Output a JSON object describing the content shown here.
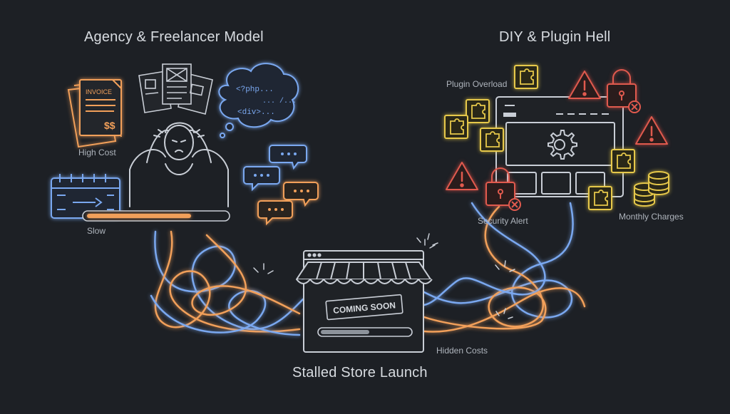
{
  "titles": {
    "left": "Agency & Freelancer Model",
    "right": "DIY & Plugin Hell",
    "bottom": "Stalled Store Launch"
  },
  "labels": {
    "high_cost": "High Cost",
    "slow": "Slow",
    "plugin_overload": "Plugin Overload",
    "security_alert": "Security Alert",
    "monthly_charges": "Monthly Charges",
    "hidden_costs": "Hidden Costs"
  },
  "invoice": {
    "heading": "INVOICE",
    "amount": "$$"
  },
  "thought_bubble": {
    "line1": "<?php...",
    "line2": "... /...",
    "line3": "<div>..."
  },
  "storefront": {
    "sign": "COMING SOON",
    "progress": 0.55
  },
  "slow_progress": 0.75,
  "colors": {
    "background": "#1d2025",
    "orange": "#f2a05a",
    "blue": "#7aa8f0",
    "yellow": "#e6c84a",
    "red": "#e05a4e",
    "outline": "#c9ced6"
  }
}
